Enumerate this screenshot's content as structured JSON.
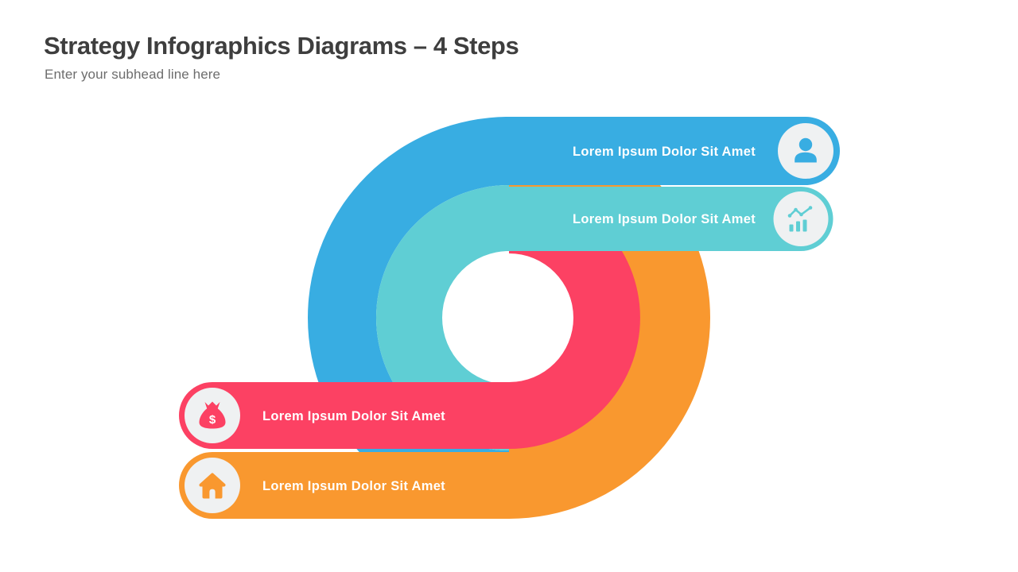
{
  "slide": {
    "title": "Strategy Infographics Diagrams – 4 Steps",
    "subtitle": "Enter your subhead line here"
  },
  "steps": [
    {
      "label": "Lorem Ipsum Dolor Sit Amet",
      "color": "#38ade2",
      "icon": "user-icon",
      "side": "right"
    },
    {
      "label": "Lorem Ipsum Dolor Sit Amet",
      "color": "#5fced4",
      "icon": "bar-chart-icon",
      "side": "right"
    },
    {
      "label": "Lorem Ipsum Dolor Sit Amet",
      "color": "#fc4163",
      "icon": "money-bag-icon",
      "side": "left"
    },
    {
      "label": "Lorem Ipsum Dolor Sit Amet",
      "color": "#f9982f",
      "icon": "home-icon",
      "side": "left"
    }
  ],
  "icon_glyphs": {
    "dollar_sign": "$"
  },
  "colors": {
    "background": "#ffffff",
    "title_text": "#3e3e3e",
    "subtitle_text": "#6d6d6d",
    "bar_label_text": "#ffffff",
    "icon_circle_bg": "#eff1f2"
  }
}
